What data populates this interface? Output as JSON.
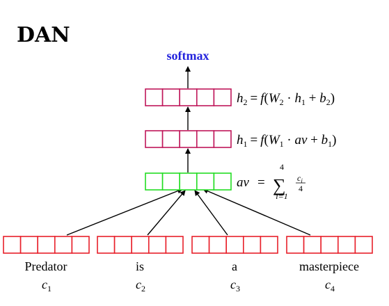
{
  "title": "DAN",
  "colors": {
    "output": "#2222dd",
    "hidden": "#c0175a",
    "average": "#22dd22",
    "word": "#e8202a",
    "arrow": "#000000"
  },
  "output": {
    "label": "softmax"
  },
  "layers": {
    "h2": {
      "var": "h",
      "sub": "2",
      "rhs_prefix": "= f(W",
      "rhs_w_sub": "2",
      "rhs_mid": " · h",
      "rhs_h_sub": "1",
      "rhs_plus": " + b",
      "rhs_b_sub": "2",
      "rhs_close": ")"
    },
    "h1": {
      "var": "h",
      "sub": "1",
      "rhs_prefix": "= f(W",
      "rhs_w_sub": "1",
      "rhs_mid": " · av + b",
      "rhs_b_sub": "1",
      "rhs_close": ")"
    },
    "av": {
      "var": "av",
      "eq": "=",
      "sum": "∑",
      "sum_top": "4",
      "sum_bottom": "i=1",
      "frac_num_var": "c",
      "frac_num_sub": "i",
      "frac_den": "4"
    }
  },
  "words": [
    {
      "text": "Predator",
      "var": "c",
      "sub": "1"
    },
    {
      "text": "is",
      "var": "c",
      "sub": "2"
    },
    {
      "text": "a",
      "var": "c",
      "sub": "3"
    },
    {
      "text": "masterpiece",
      "var": "c",
      "sub": "4"
    }
  ]
}
